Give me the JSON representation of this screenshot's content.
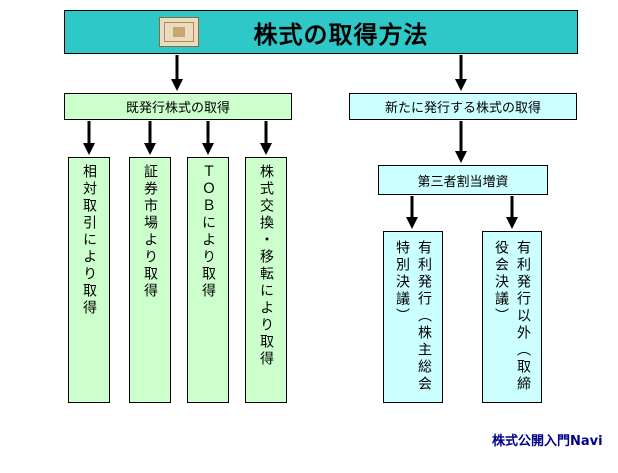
{
  "title": "株式の取得方法",
  "left_branch": {
    "label": "既発行株式の取得",
    "methods": [
      "相対取引により取得",
      "証券市場より取得",
      "ＴＯＢにより取得",
      "株式交換・移転により取得"
    ]
  },
  "right_branch": {
    "label": "新たに発行する株式の取得",
    "sub_label": "第三者割当増資",
    "methods": [
      "有利発行（株主総会特別決議）",
      "有利発行以外（取締役会決議）"
    ]
  },
  "footer": "株式公開入門Navi",
  "colors": {
    "title_bg": "#2ec8c8",
    "left_bg": "#ccffcc",
    "right_bg": "#ccffff",
    "footer_text": "#00008b"
  }
}
